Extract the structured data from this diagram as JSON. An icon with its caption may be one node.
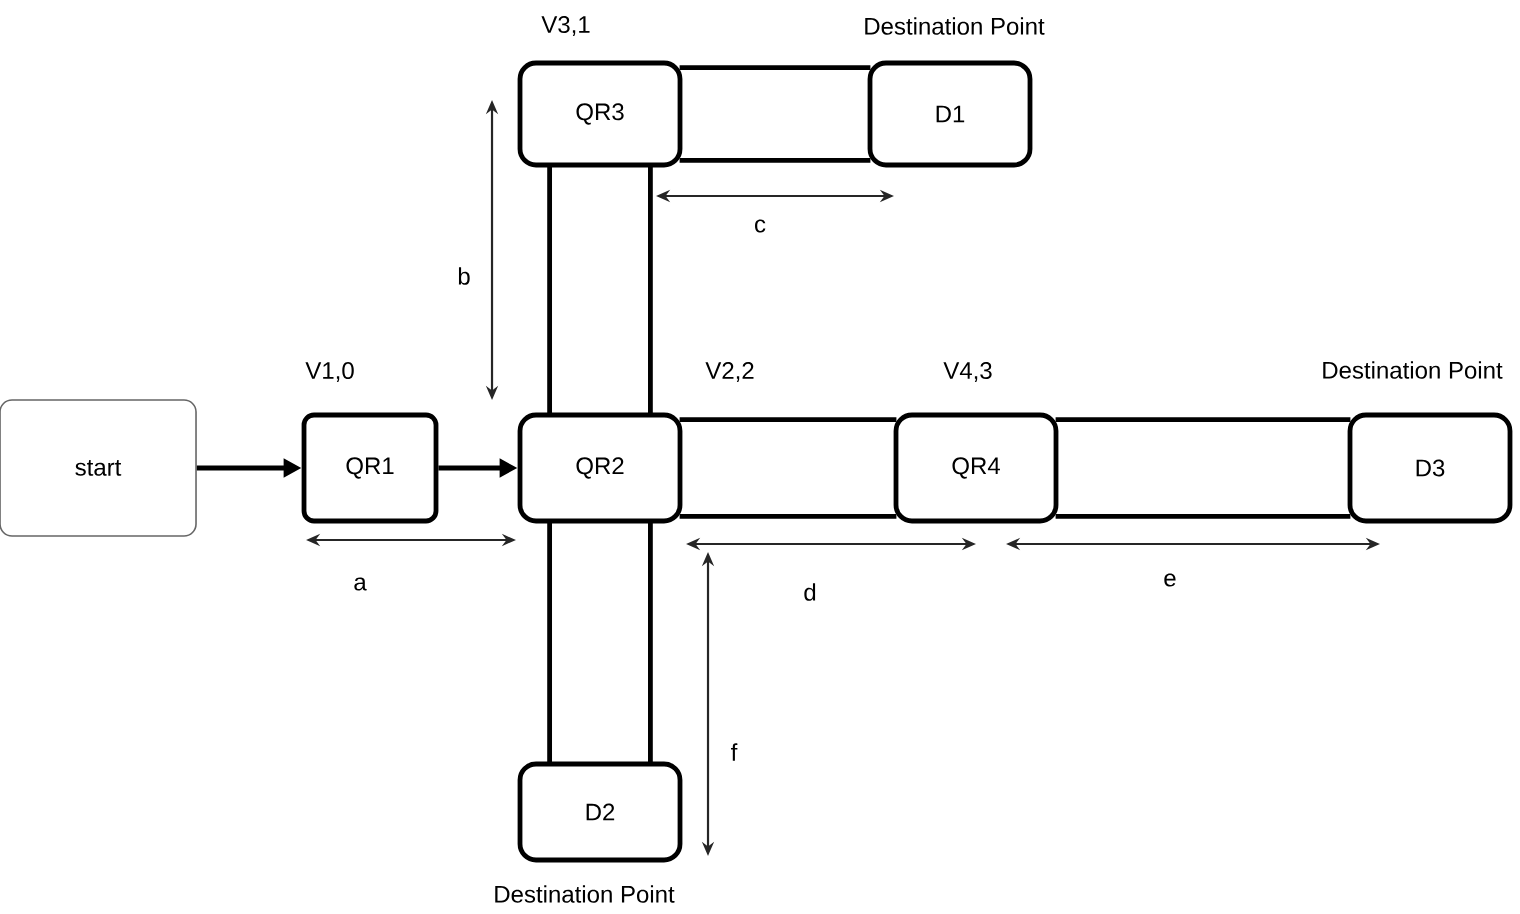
{
  "diagram": {
    "nodes": [
      {
        "text": [
          "start"
        ]
      },
      {
        "text": [
          "QR1"
        ],
        "beside": [
          "V1,0"
        ]
      },
      {
        "text": [
          "QR2"
        ],
        "beside": [
          "V2,2"
        ]
      },
      {
        "text": [
          "QR3"
        ],
        "beside": [
          "V3,1"
        ]
      },
      {
        "text": [
          "D1"
        ],
        "beside": [
          "Destination Point"
        ]
      },
      {
        "text": [
          "QR4"
        ],
        "beside": [
          "V4,3"
        ]
      },
      {
        "text": [
          "D3"
        ],
        "beside": [
          "Destination Point"
        ]
      },
      {
        "text": [
          "D2"
        ],
        "beside": [
          "Destination Point"
        ]
      },
      {
        "text": [],
        "shape": "band"
      },
      {
        "text": [],
        "shape": "band"
      },
      {
        "text": [],
        "shape": "band"
      },
      {
        "text": [],
        "shape": "band"
      },
      {
        "text": [],
        "shape": "band"
      }
    ],
    "edges": [
      {
        "from": 0,
        "to": 1,
        "arrow": "to"
      },
      {
        "from": 1,
        "to": 2,
        "arrow": "to"
      }
    ],
    "labels": [
      "b",
      "c",
      "a",
      "d",
      "e",
      "f"
    ]
  }
}
